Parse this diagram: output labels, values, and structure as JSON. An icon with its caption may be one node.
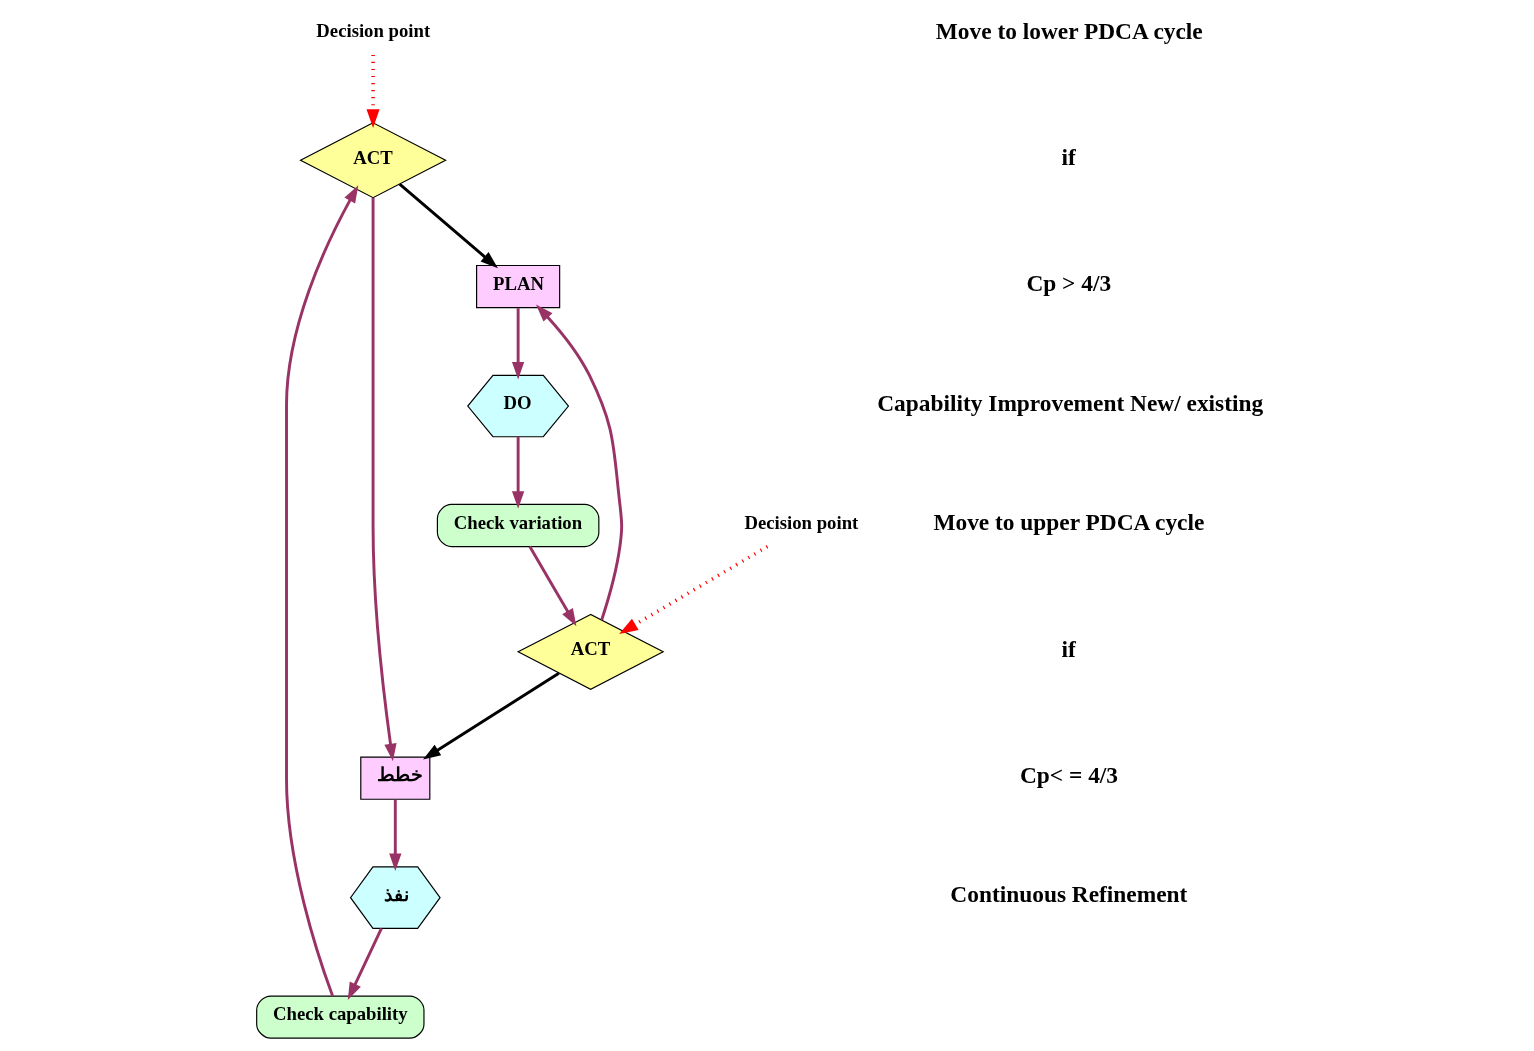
{
  "diagram": {
    "nodes": [
      {
        "text": [
          "Decision point"
        ]
      },
      {
        "text": [
          "خطط"
        ]
      },
      {
        "text": [
          "نفذ"
        ]
      },
      {
        "text": [
          "Check capability"
        ]
      },
      {
        "text": [
          "ACT"
        ]
      },
      {
        "text": [
          "PLAN"
        ]
      },
      {
        "text": [
          "DO"
        ]
      },
      {
        "text": [
          "Check variation"
        ]
      },
      {
        "text": [
          "ACT"
        ]
      },
      {
        "text": [
          "Decision point"
        ]
      }
    ],
    "edges": [
      {
        "from": 0,
        "to": 4,
        "arrow": "to",
        "style": "dashed",
        "color": "#ff0000"
      },
      {
        "from": 1,
        "to": 2,
        "arrow": "to"
      },
      {
        "from": 2,
        "to": 3,
        "arrow": "to"
      },
      {
        "from": 3,
        "to": 4,
        "arrow": "to"
      },
      {
        "from": 4,
        "to": 1,
        "arrow": "to"
      },
      {
        "from": 4,
        "to": 5,
        "arrow": "to",
        "color": "#000000"
      },
      {
        "from": 5,
        "to": 6,
        "arrow": "to"
      },
      {
        "from": 6,
        "to": 7,
        "arrow": "to"
      },
      {
        "from": 7,
        "to": 8,
        "arrow": "to"
      },
      {
        "from": 8,
        "to": 5,
        "arrow": "to"
      },
      {
        "from": 8,
        "to": 1,
        "arrow": "to",
        "color": "#000000"
      },
      {
        "from": 9,
        "to": 8,
        "arrow": "to",
        "style": "dashed",
        "color": "#ff0000"
      }
    ],
    "labels": [
      "Move to lower PDCA cycle",
      "if",
      "Cp > 4/3",
      "Capability Improvement New/ existing",
      "Move to upper PDCA cycle",
      "if",
      "Cp< = 4/3",
      "Continuous Refinement"
    ]
  }
}
